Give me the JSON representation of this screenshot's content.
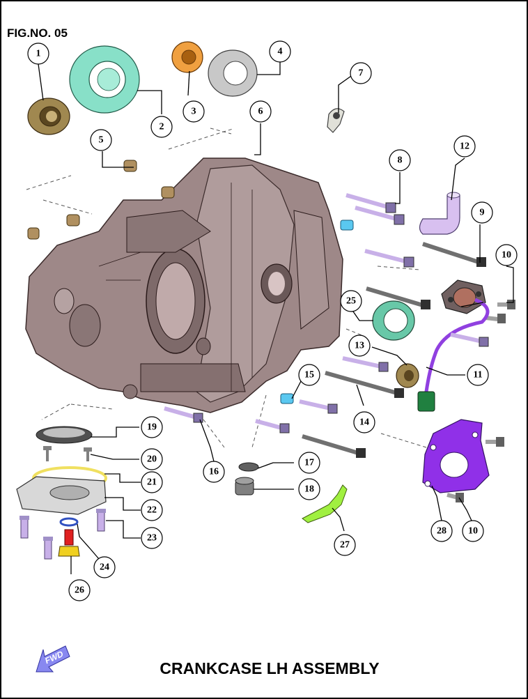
{
  "figure_number": "FIG.NO. 05",
  "title": "CRANKCASE LH ASSEMBLY",
  "direction_label": "FWD",
  "callouts": [
    "1",
    "2",
    "3",
    "4",
    "5",
    "6",
    "7",
    "8",
    "9",
    "10",
    "10",
    "11",
    "12",
    "13",
    "14",
    "15",
    "16",
    "17",
    "18",
    "19",
    "20",
    "21",
    "22",
    "23",
    "24",
    "25",
    "26",
    "27",
    "28"
  ],
  "colors": {
    "crankcase": "#9e8888",
    "bearing_bronze": "#a08850",
    "bearing_green": "#88e0c8",
    "bearing_orange": "#f0a040",
    "bearing_grey": "#c8c8c8",
    "bolt_lavender": "#c8b0e8",
    "dowel_blue": "#5ac8f0",
    "bolt_dark": "#606060",
    "sensor_purple": "#9040e0",
    "cover_purple": "#9030e8",
    "bracket_green": "#a0f040",
    "plug_yellow": "#f0d020",
    "gasket_yellow": "#f0e060",
    "fwd_arrow": "#8888f0"
  }
}
